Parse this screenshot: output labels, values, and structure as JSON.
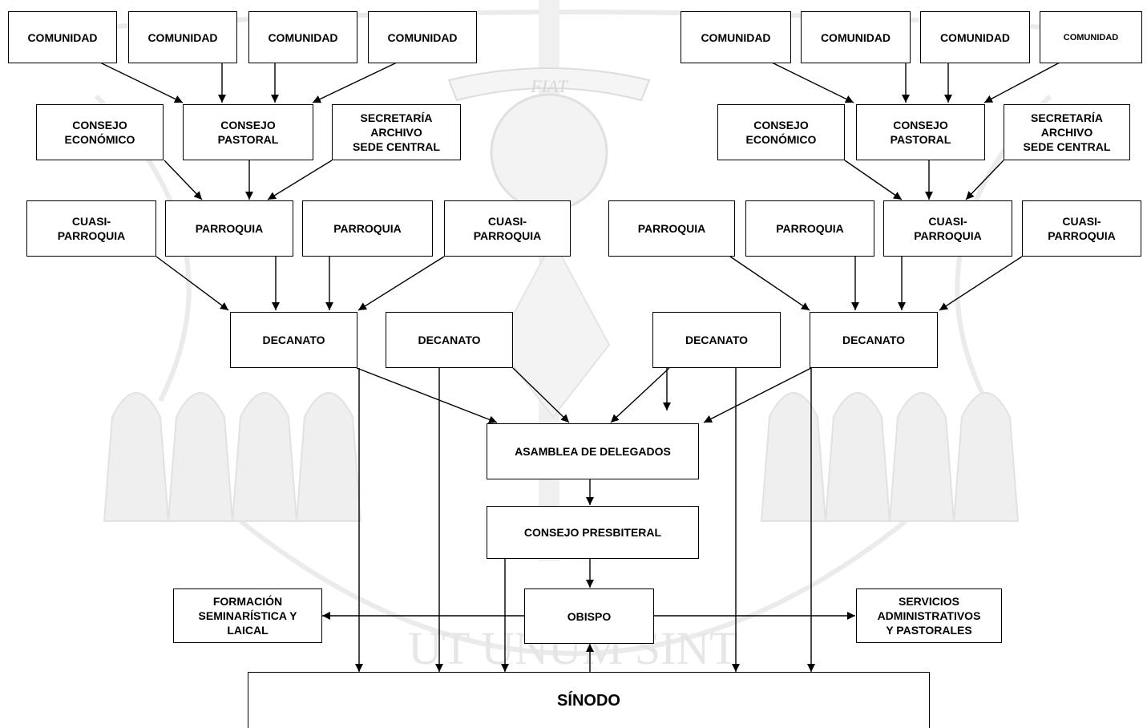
{
  "watermark": {
    "motto_top": "FIAT",
    "motto_bottom": "UT UNUM SINT"
  },
  "nodes": {
    "comunidad_l1": "COMUNIDAD",
    "comunidad_l2": "COMUNIDAD",
    "comunidad_l3": "COMUNIDAD",
    "comunidad_l4": "COMUNIDAD",
    "comunidad_r1": "COMUNIDAD",
    "comunidad_r2": "COMUNIDAD",
    "comunidad_r3": "COMUNIDAD",
    "comunidad_r4": "COMUNIDAD",
    "consejo_economico_l": "CONSEJO\nECONÓMICO",
    "consejo_pastoral_l": "CONSEJO\nPASTORAL",
    "secretaria_l": "SECRETARÍA\nARCHIVO\nSEDE CENTRAL",
    "consejo_economico_r": "CONSEJO\nECONÓMICO",
    "consejo_pastoral_r": "CONSEJO\nPASTORAL",
    "secretaria_r": "SECRETARÍA\nARCHIVO\nSEDE CENTRAL",
    "cuasi_l1": "CUASI-\nPARROQUIA",
    "parroquia_l1": "PARROQUIA",
    "parroquia_l2": "PARROQUIA",
    "cuasi_l2": "CUASI-\nPARROQUIA",
    "parroquia_r1": "PARROQUIA",
    "parroquia_r2": "PARROQUIA",
    "cuasi_r1": "CUASI-\nPARROQUIA",
    "cuasi_r2": "CUASI-\nPARROQUIA",
    "decanato_1": "DECANATO",
    "decanato_2": "DECANATO",
    "decanato_3": "DECANATO",
    "decanato_4": "DECANATO",
    "asamblea": "ASAMBLEA DE DELEGADOS",
    "consejo_presbiteral": "CONSEJO PRESBITERAL",
    "obispo": "OBISPO",
    "formacion": "FORMACIÓN\nSEMINARÍSTICA Y\nLAICAL",
    "servicios": "SERVICIOS\nADMINISTRATIVOS\nY PASTORALES",
    "sinodo": "SÍNODO"
  }
}
